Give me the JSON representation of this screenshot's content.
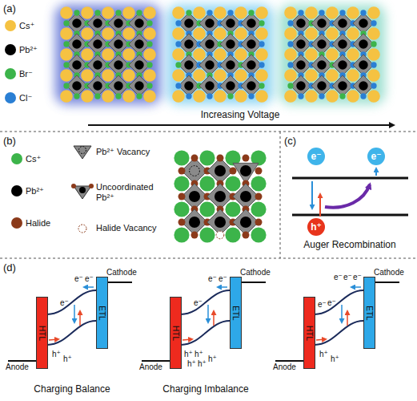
{
  "diagram": {
    "nodes": [
      {
        "text": [
          "e⁻"
        ]
      },
      {
        "text": [
          "e⁻"
        ]
      },
      {
        "text": [
          "h⁺"
        ]
      },
      {
        "text": [
          "HTL"
        ]
      },
      {
        "text": [
          "ETL"
        ]
      },
      {
        "text": [
          "HTL"
        ]
      },
      {
        "text": [
          "ETL"
        ]
      },
      {
        "text": [
          "HTL"
        ]
      },
      {
        "text": [
          "ETL"
        ]
      }
    ],
    "labels": [
      "(a)",
      "Increasing Voltage",
      "(b)",
      "(c)",
      "Auger Recombination",
      "(d)",
      "Anode",
      "Cathode",
      "e⁻",
      "e⁻",
      "e⁻",
      "h⁺",
      "h⁺",
      "Anode",
      "Cathode",
      "e⁻",
      "e⁻",
      "e⁻",
      "h⁺",
      "h⁺",
      "h⁺",
      "h⁺",
      "h⁺",
      "Anode",
      "Cathode",
      "e⁻",
      "e⁻",
      "e⁻",
      "e⁻",
      "e⁻",
      "h⁺",
      "h⁺",
      "Charging Balance",
      "Charging Imbalance"
    ],
    "legend": [
      {
        "text": "Cs⁺",
        "color": "#f5c242"
      },
      {
        "text": "Pb²⁺",
        "color": "#000000"
      },
      {
        "text": "Br⁻",
        "color": "#3cb44a"
      },
      {
        "text": "Cl⁻",
        "color": "#2a7fd4"
      },
      {
        "text": "Cs⁺",
        "color": "#3cb44a"
      },
      {
        "text": "Pb²⁺",
        "color": "#000000"
      },
      {
        "text": "Halide",
        "color": "#8b3a1a"
      },
      {
        "text": "Pb²⁺ Vacancy"
      },
      {
        "text": "Uncoordinated Pb²⁺"
      },
      {
        "text": "Halide Vacancy"
      }
    ]
  }
}
